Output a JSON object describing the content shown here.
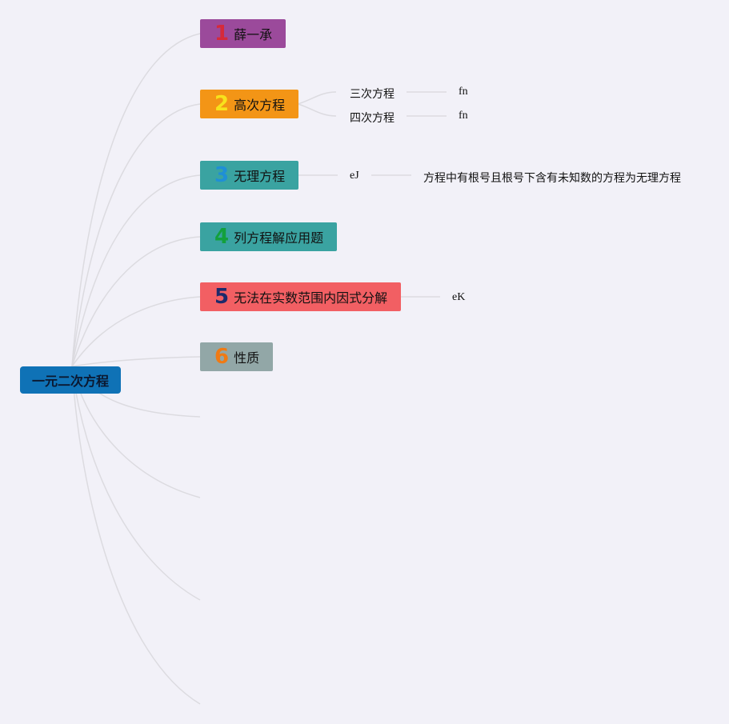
{
  "root": {
    "label": "一元二次方程"
  },
  "branches": [
    {
      "num": "1",
      "label": "薛一承",
      "bg": "#9b4a9b",
      "num_color": "#d62a3a"
    },
    {
      "num": "2",
      "label": "高次方程",
      "bg": "#f39516",
      "num_color": "#f7e21c",
      "children": [
        {
          "label": "三次方程",
          "detail": "fn"
        },
        {
          "label": "四次方程",
          "detail": "fn"
        }
      ]
    },
    {
      "num": "3",
      "label": "无理方程",
      "bg": "#3aa3a1",
      "num_color": "#1f8fd6",
      "children": [
        {
          "label": "eJ",
          "detail": "方程中有根号且根号下含有未知数的方程为无理方程"
        }
      ]
    },
    {
      "num": "4",
      "label": "列方程解应用题",
      "bg": "#3aa3a1",
      "num_color": "#13a03c"
    },
    {
      "num": "5",
      "label": "无法在实数范围内因式分解",
      "bg": "#f25f63",
      "num_color": "#1d2a6b",
      "children": [
        {
          "label": "eK"
        }
      ]
    },
    {
      "num": "6",
      "label": "性质",
      "bg": "#92a7a7",
      "num_color": "#f07a14"
    }
  ],
  "colors": {
    "background": "#f2f1f8",
    "link": "#dcdbe0"
  }
}
